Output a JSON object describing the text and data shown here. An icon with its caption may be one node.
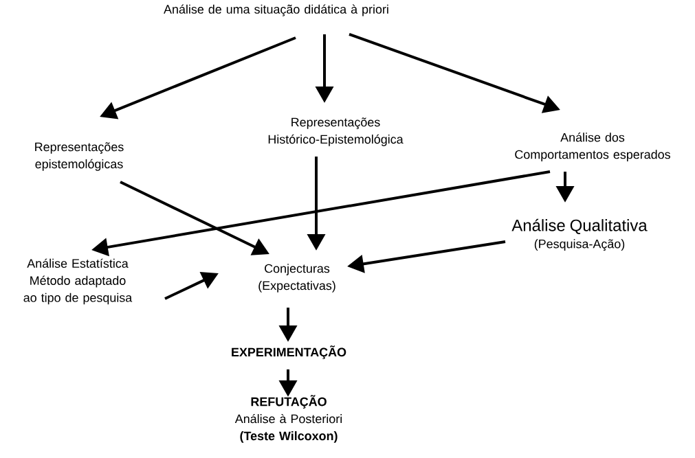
{
  "diagram": {
    "nodes": [
      {
        "text": [
          "Análise de uma situação didática à priori"
        ]
      },
      {
        "text": [
          "Representações epistemológicas"
        ]
      },
      {
        "text": [
          "Representações Histórico-Epistemológica"
        ]
      },
      {
        "text": [
          "Análise dos Comportamentos esperados"
        ]
      },
      {
        "text": [
          "Análise Qualitativa",
          "(Pesquisa-Ação)"
        ]
      },
      {
        "text": [
          "Análise Estatística Método adaptado ao tipo de pesquisa"
        ]
      },
      {
        "text": [
          "Conjecturas (Expectativas)"
        ]
      },
      {
        "text": [
          "EXPERIMENTAÇÃO"
        ]
      },
      {
        "text": [
          "REFUTAÇÃO",
          "Análise à Posteriori",
          "(Teste Wilcoxon)"
        ]
      }
    ],
    "edges": [
      {
        "from": 0,
        "to": 1,
        "arrow": "to"
      },
      {
        "from": 0,
        "to": 2,
        "arrow": "to"
      },
      {
        "from": 0,
        "to": 3,
        "arrow": "to"
      },
      {
        "from": 1,
        "to": 6,
        "arrow": "to"
      },
      {
        "from": 2,
        "to": 6,
        "arrow": "to"
      },
      {
        "from": 3,
        "to": 5,
        "arrow": "to"
      },
      {
        "from": 3,
        "to": 4,
        "arrow": "to"
      },
      {
        "from": 4,
        "to": 6,
        "arrow": "to"
      },
      {
        "from": 5,
        "to": 6,
        "arrow": "to"
      },
      {
        "from": 6,
        "to": 7,
        "arrow": "to"
      },
      {
        "from": 7,
        "to": 8,
        "arrow": "to"
      }
    ]
  }
}
